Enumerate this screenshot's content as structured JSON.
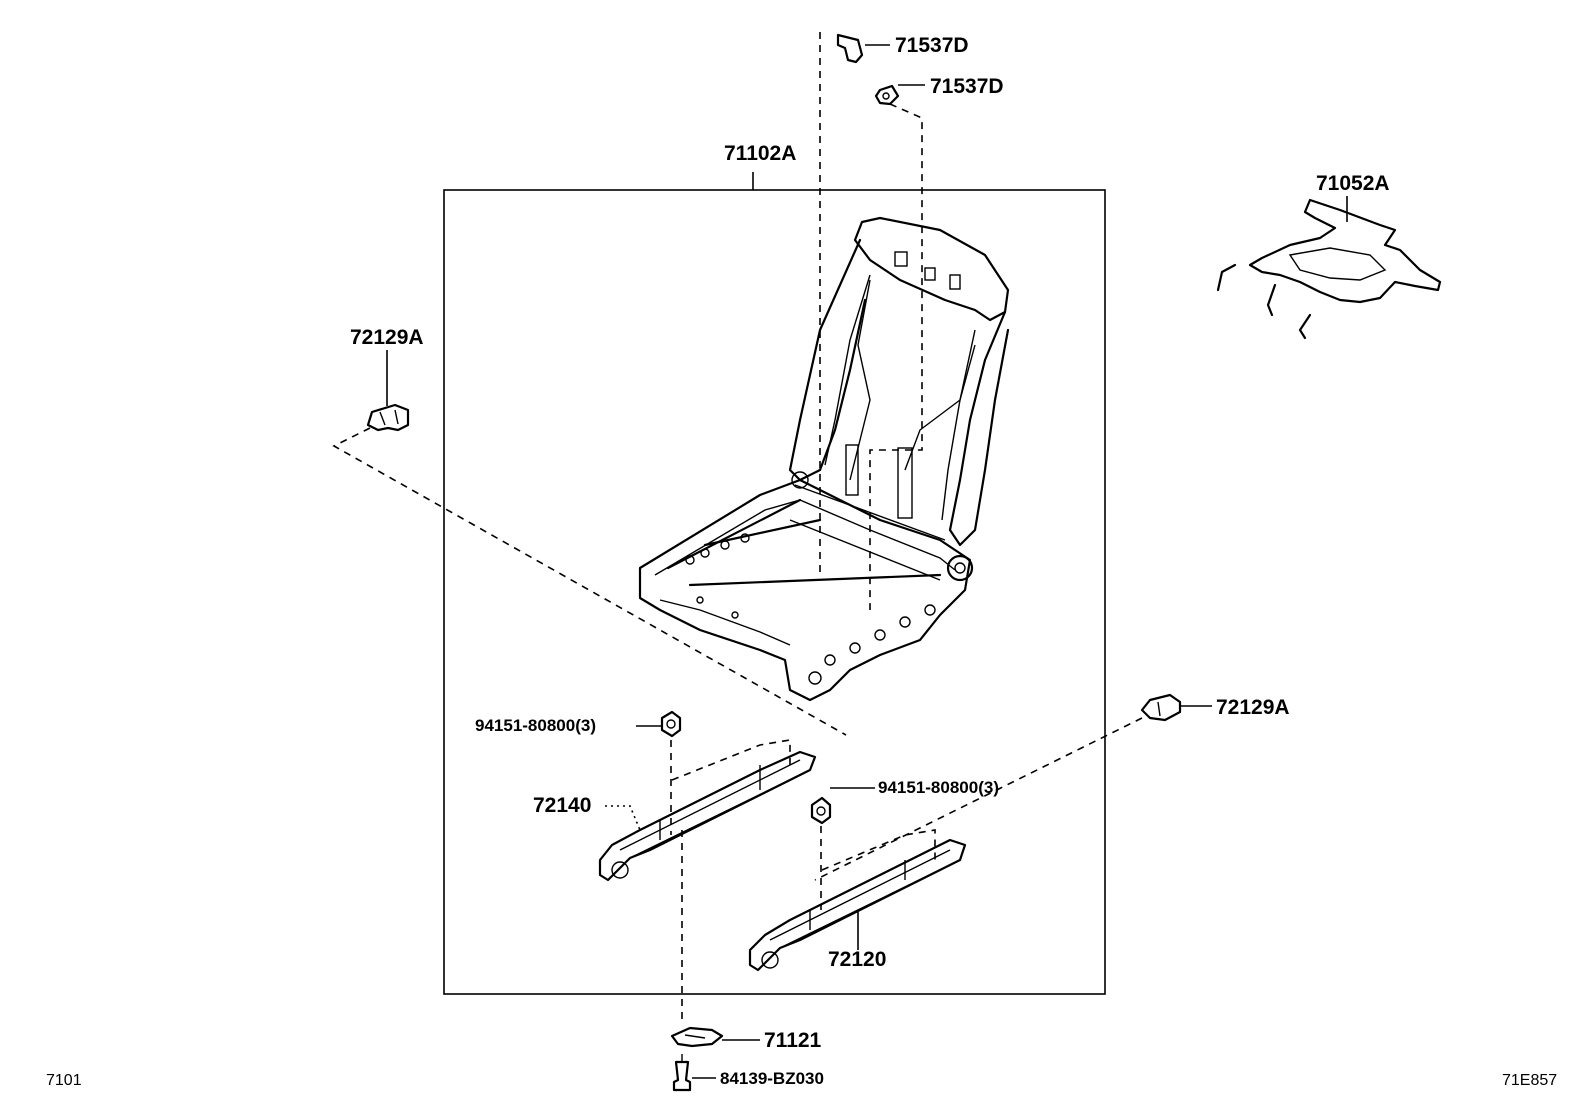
{
  "diagram": {
    "labels": {
      "p71537d_top": "71537D",
      "p71537d_mid": "71537D",
      "p71102a": "71102A",
      "p71052a": "71052A",
      "p72129a_left": "72129A",
      "p72129a_right": "72129A",
      "p94151_left": "94151-80800(3)",
      "p94151_right": "94151-80800(3)",
      "p72140": "72140",
      "p72120": "72120",
      "p71121": "71121",
      "p84139": "84139-BZ030"
    },
    "corners": {
      "left": "7101",
      "right": "71E857"
    }
  }
}
